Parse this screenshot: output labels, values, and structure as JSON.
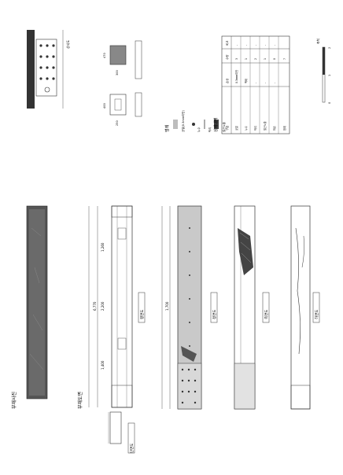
{
  "sections": {
    "photo_title": "부재사진",
    "drawing_title": "부재도면",
    "legend_title": "범례",
    "table_title": "상세내역"
  },
  "views": {
    "plan": "평면도",
    "front": "정면도",
    "side": "측면도",
    "bottom": "하면도",
    "section": "단면도",
    "detail": "상세도"
  },
  "dimensions": {
    "overall": "6,770",
    "span_a": "1,260",
    "span_b": "2,200",
    "span_c": "1,400",
    "span_d": "1,700",
    "width_a": "300",
    "width_b": "250",
    "height_a": "470",
    "height_b": "400"
  },
  "legend": {
    "items": [
      "균열(0.3mm미만)",
      "누수",
      "박리",
      "철근노출"
    ]
  },
  "table": {
    "headers": [
      "구분",
      "손상",
      "수량",
      "비고"
    ],
    "rows": [
      [
        "균열",
        "0.3mm미만",
        "3",
        "-"
      ],
      [
        "누수",
        "백태",
        "1",
        "-"
      ],
      [
        "박리",
        "-",
        "2",
        "-"
      ],
      [
        "철근노출",
        "-",
        "1",
        "-"
      ],
      [
        "파손",
        "-",
        "0",
        "-"
      ],
      [
        "합계",
        "",
        "7",
        ""
      ]
    ]
  },
  "scale": {
    "label": "축척",
    "ticks": [
      "0",
      "1",
      "2"
    ]
  },
  "colors": {
    "line": "#333333",
    "hatch": "#bdbdbd",
    "photo": "#444444"
  }
}
